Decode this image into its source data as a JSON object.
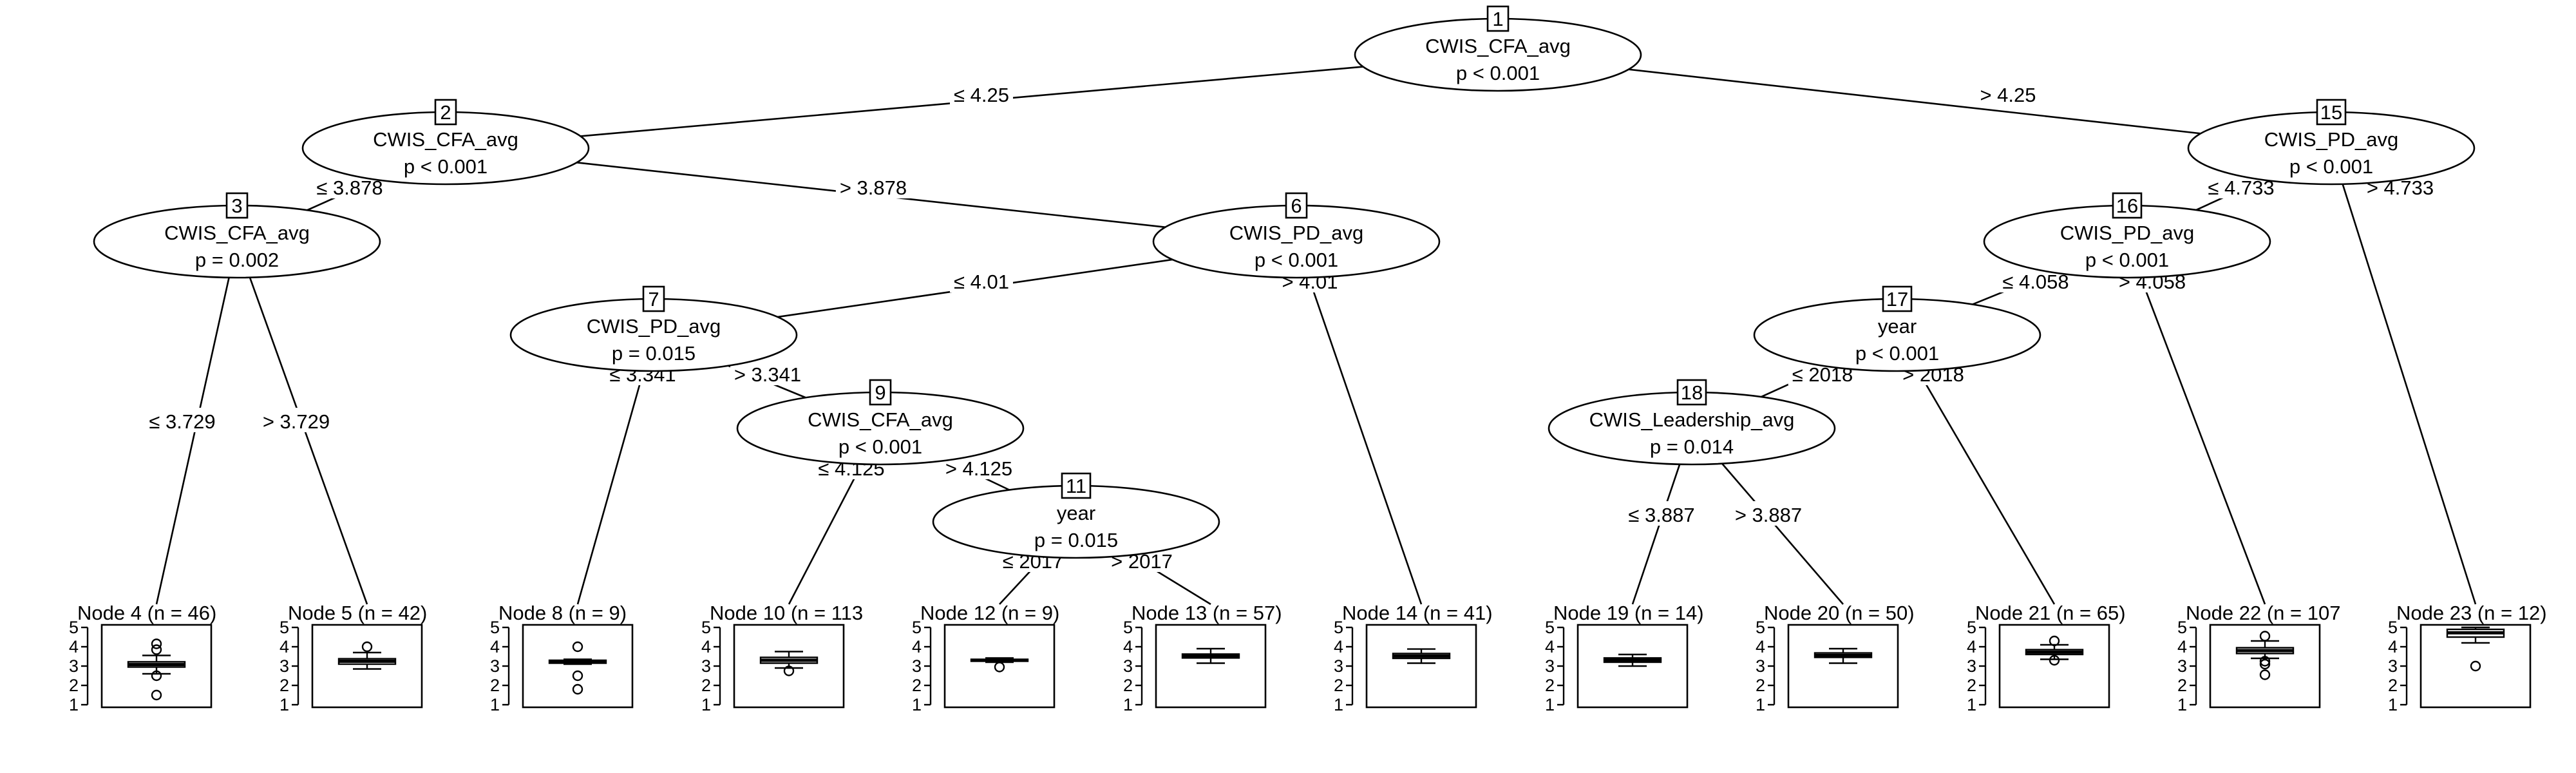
{
  "inner_nodes": [
    {
      "id": "1",
      "variable": "CWIS_CFA_avg",
      "p_value": "p < 0.001"
    },
    {
      "id": "2",
      "variable": "CWIS_CFA_avg",
      "p_value": "p < 0.001"
    },
    {
      "id": "3",
      "variable": "CWIS_CFA_avg",
      "p_value": "p = 0.002"
    },
    {
      "id": "6",
      "variable": "CWIS_PD_avg",
      "p_value": "p < 0.001"
    },
    {
      "id": "7",
      "variable": "CWIS_PD_avg",
      "p_value": "p = 0.015"
    },
    {
      "id": "9",
      "variable": "CWIS_CFA_avg",
      "p_value": "p < 0.001"
    },
    {
      "id": "11",
      "variable": "year",
      "p_value": "p = 0.015"
    },
    {
      "id": "15",
      "variable": "CWIS_PD_avg",
      "p_value": "p < 0.001"
    },
    {
      "id": "16",
      "variable": "CWIS_PD_avg",
      "p_value": "p < 0.001"
    },
    {
      "id": "17",
      "variable": "year",
      "p_value": "p < 0.001"
    },
    {
      "id": "18",
      "variable": "CWIS_Leadership_avg",
      "p_value": "p = 0.014"
    }
  ],
  "edges": [
    {
      "from": "1",
      "to": "2",
      "label": "≤ 4.25"
    },
    {
      "from": "1",
      "to": "15",
      "label": "> 4.25"
    },
    {
      "from": "2",
      "to": "3",
      "label": "≤ 3.878"
    },
    {
      "from": "2",
      "to": "6",
      "label": "> 3.878"
    },
    {
      "from": "3",
      "to": "4",
      "label": "≤ 3.729"
    },
    {
      "from": "3",
      "to": "5",
      "label": "> 3.729"
    },
    {
      "from": "6",
      "to": "7",
      "label": "≤ 4.01"
    },
    {
      "from": "6",
      "to": "14",
      "label": "> 4.01"
    },
    {
      "from": "7",
      "to": "8",
      "label": "≤ 3.341"
    },
    {
      "from": "7",
      "to": "9",
      "label": "> 3.341"
    },
    {
      "from": "9",
      "to": "10",
      "label": "≤ 4.125"
    },
    {
      "from": "9",
      "to": "11",
      "label": "> 4.125"
    },
    {
      "from": "11",
      "to": "12",
      "label": "≤ 2017"
    },
    {
      "from": "11",
      "to": "13",
      "label": "> 2017"
    },
    {
      "from": "15",
      "to": "16",
      "label": "≤ 4.733"
    },
    {
      "from": "15",
      "to": "23",
      "label": "> 4.733"
    },
    {
      "from": "16",
      "to": "17",
      "label": "≤ 4.058"
    },
    {
      "from": "16",
      "to": "22",
      "label": "> 4.058"
    },
    {
      "from": "17",
      "to": "18",
      "label": "≤ 2018"
    },
    {
      "from": "17",
      "to": "21",
      "label": "> 2018"
    },
    {
      "from": "18",
      "to": "19",
      "label": "≤ 3.887"
    },
    {
      "from": "18",
      "to": "20",
      "label": "> 3.887"
    }
  ],
  "terminal_nodes": [
    {
      "id": "4",
      "title": "Node 4 (n = 46)",
      "box": {
        "whisker_low": 2.6,
        "q1": 2.95,
        "median": 3.08,
        "q3": 3.22,
        "whisker_high": 3.55
      },
      "outliers": [
        4.15,
        3.85,
        2.5,
        1.5
      ]
    },
    {
      "id": "5",
      "title": "Node 5 (n = 42)",
      "box": {
        "whisker_low": 2.85,
        "q1": 3.1,
        "median": 3.25,
        "q3": 3.38,
        "whisker_high": 3.7
      },
      "outliers": [
        4.0
      ]
    },
    {
      "id": "8",
      "title": "Node 8 (n = 9)",
      "box": {
        "whisker_low": 3.1,
        "q1": 3.15,
        "median": 3.22,
        "q3": 3.3,
        "whisker_high": 3.35
      },
      "outliers": [
        4.0,
        2.5,
        1.8
      ]
    },
    {
      "id": "10",
      "title": "Node 10 (n = 113",
      "box": {
        "whisker_low": 2.9,
        "q1": 3.15,
        "median": 3.3,
        "q3": 3.45,
        "whisker_high": 3.75
      },
      "outliers": [
        2.75
      ]
    },
    {
      "id": "12",
      "title": "Node 12 (n = 9)",
      "box": {
        "whisker_low": 3.2,
        "q1": 3.25,
        "median": 3.3,
        "q3": 3.35,
        "whisker_high": 3.42
      },
      "outliers": [
        2.95
      ]
    },
    {
      "id": "13",
      "title": "Node 13 (n = 57)",
      "box": {
        "whisker_low": 3.15,
        "q1": 3.42,
        "median": 3.52,
        "q3": 3.62,
        "whisker_high": 3.9
      },
      "outliers": []
    },
    {
      "id": "14",
      "title": "Node 14 (n = 41)",
      "box": {
        "whisker_low": 3.15,
        "q1": 3.4,
        "median": 3.52,
        "q3": 3.65,
        "whisker_high": 3.88
      },
      "outliers": []
    },
    {
      "id": "19",
      "title": "Node 19 (n = 14)",
      "box": {
        "whisker_low": 3.0,
        "q1": 3.2,
        "median": 3.3,
        "q3": 3.42,
        "whisker_high": 3.6
      },
      "outliers": []
    },
    {
      "id": "20",
      "title": "Node 20 (n = 50)",
      "box": {
        "whisker_low": 3.15,
        "q1": 3.45,
        "median": 3.55,
        "q3": 3.68,
        "whisker_high": 3.9
      },
      "outliers": []
    },
    {
      "id": "21",
      "title": "Node 21 (n = 65)",
      "box": {
        "whisker_low": 3.35,
        "q1": 3.6,
        "median": 3.72,
        "q3": 3.85,
        "whisker_high": 4.1
      },
      "outliers": [
        4.3,
        3.3
      ]
    },
    {
      "id": "22",
      "title": "Node 22 (n = 107",
      "box": {
        "whisker_low": 3.4,
        "q1": 3.65,
        "median": 3.8,
        "q3": 3.95,
        "whisker_high": 4.3
      },
      "outliers": [
        4.55,
        3.25,
        3.1,
        2.55
      ]
    },
    {
      "id": "23",
      "title": "Node 23 (n = 12)",
      "box": {
        "whisker_low": 4.2,
        "q1": 4.5,
        "median": 4.72,
        "q3": 4.9,
        "whisker_high": 5.0
      },
      "outliers": [
        3.0
      ]
    }
  ],
  "y_axis_ticks": [
    "5",
    "4",
    "3",
    "2",
    "1"
  ]
}
